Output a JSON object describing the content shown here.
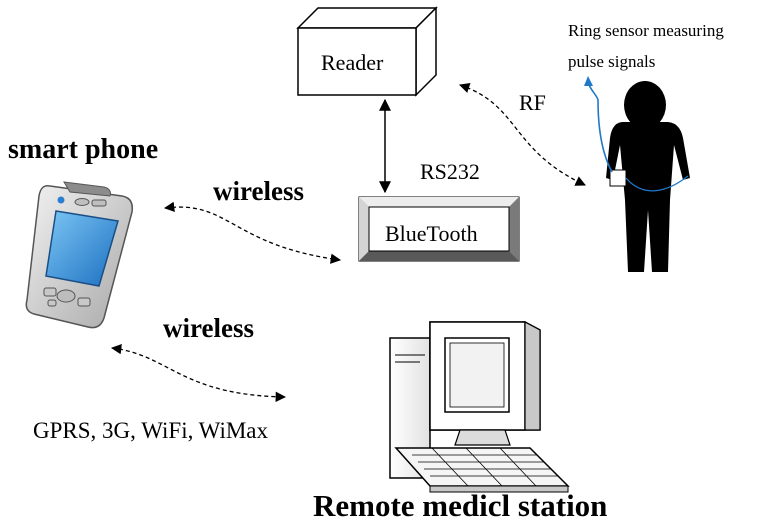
{
  "labels": {
    "reader": "Reader",
    "bluetooth": "BlueTooth",
    "rs232": "RS232",
    "rf": "RF",
    "ring_sensor_line1": "Ring sensor measuring",
    "ring_sensor_line2": "pulse signals",
    "smart_phone": "smart phone",
    "wireless_top": "wireless",
    "wireless_bottom": "wireless",
    "networks": "GPRS, 3G, WiFi, WiMax",
    "remote_station": "Remote medicl station"
  },
  "colors": {
    "phone_screen": "#3aa0e8",
    "phone_body": "#d9d9d9",
    "sensor_wire": "#1f78c8",
    "person": "#000000"
  },
  "icons": [
    "smart-phone-icon",
    "person-icon",
    "computer-icon"
  ]
}
